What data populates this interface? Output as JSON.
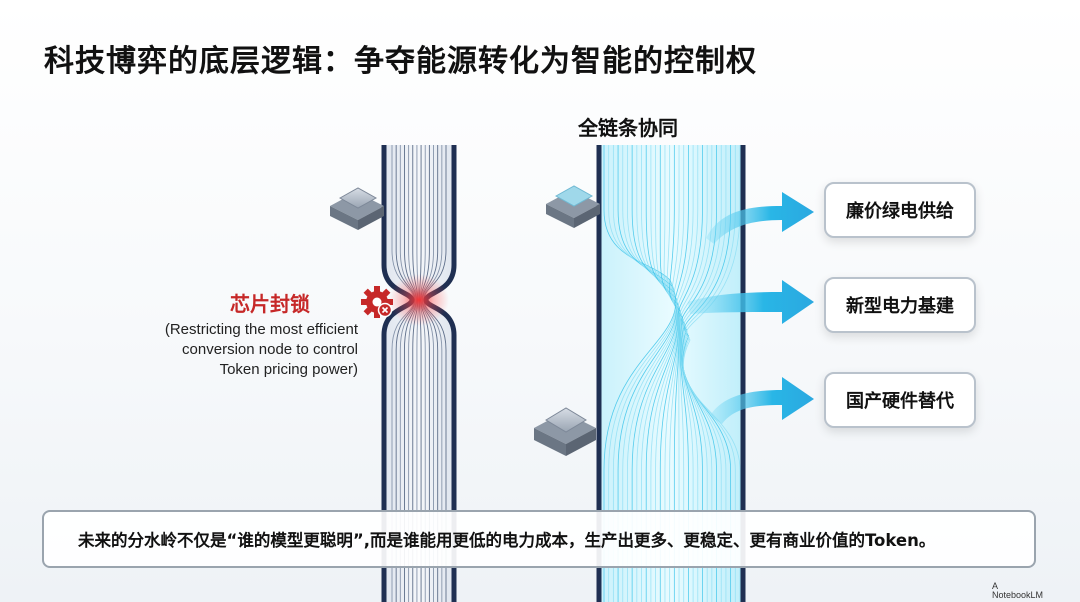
{
  "title": "科技博弈的底层逻辑：争夺能源转化为智能的控制权",
  "subtitle": "全链条协同",
  "left_pipe": {
    "label": "芯片封锁",
    "note_lines": [
      "(Restricting the most efficient",
      "conversion node to control",
      "Token pricing power)"
    ]
  },
  "outputs": [
    "廉价绿电供给",
    "新型电力基建",
    "国产硬件替代"
  ],
  "bottom_note": "未来的分水岭不仅是“谁的模型更聪明”,而是谁能用更低的电力成本，生产出更多、更稳定、更有商业价值的Token。",
  "watermark": [
    "A",
    "NotebookLM"
  ],
  "colors": {
    "accent_red": "#c62828",
    "accent_cyan": "#29b6e6",
    "pipe_navy": "#1f2f52"
  },
  "icons": [
    "chip-icon",
    "gear-blocked-icon",
    "arrow-right-icon"
  ]
}
